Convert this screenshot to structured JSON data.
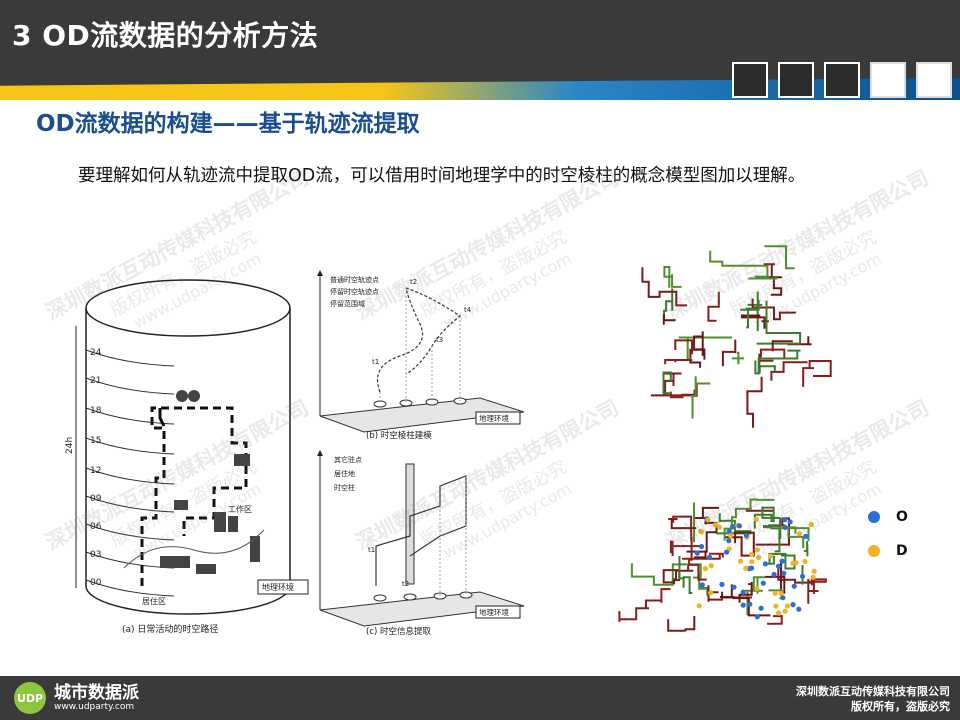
{
  "header": {
    "title": "3 OD流数据的分析方法"
  },
  "subtitle": "OD流数据的构建——基于轨迹流提取",
  "body_text": "要理解如何从轨迹流中提取OD流，可以借用时间地理学中的时空棱柱的概念模型图加以理解。",
  "figure_a": {
    "caption": "(a) 日常活动的时空路径",
    "duration_label": "24h",
    "hours": [
      "24",
      "21",
      "18",
      "15",
      "12",
      "09",
      "06",
      "03",
      "00"
    ],
    "work_label": "工作区",
    "home_label": "居住区",
    "env_label": "地理环境"
  },
  "figure_b": {
    "caption": "(b) 时空棱柱建模",
    "legend": [
      "普通时空轨迹点",
      "停留时空轨迹点",
      "停留范围域"
    ],
    "env_label": "地理环境",
    "t_labels": [
      "t1",
      "t2",
      "t3",
      "t4"
    ]
  },
  "figure_c": {
    "caption": "(c) 时空信息提取",
    "legend": [
      "其它驻点",
      "居住地",
      "时空柱"
    ],
    "env_label": "地理环境",
    "t_labels": [
      "t1",
      "t2"
    ]
  },
  "legend": {
    "o_label": "O",
    "o_color": "#2a6fd1",
    "d_label": "D",
    "d_color": "#f0b323"
  },
  "watermark": {
    "line1": "深圳数派互动传媒科技有限公司",
    "line2": "版权所有，盗版必究",
    "line3": "www.udparty.com"
  },
  "footer": {
    "logo_name": "城市数据派",
    "logo_badge": "UDP",
    "logo_url": "www.udparty.com",
    "company": "深圳数派互动传媒科技有限公司",
    "rights": "版权所有，盗版必究"
  }
}
